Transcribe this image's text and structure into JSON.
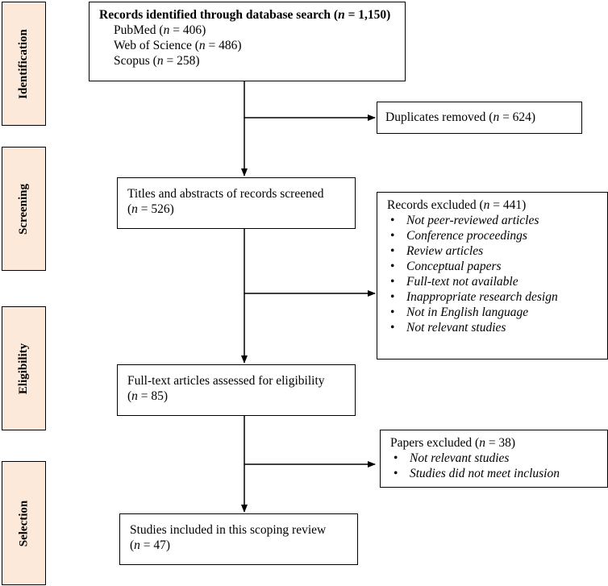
{
  "colors": {
    "stage_fill": "#FCE9DA",
    "line": "#000000"
  },
  "stages": [
    {
      "id": "identification",
      "label": "Identification"
    },
    {
      "id": "screening",
      "label": "Screening"
    },
    {
      "id": "eligibility",
      "label": "Eligibility"
    },
    {
      "id": "selection",
      "label": "Selection"
    }
  ],
  "boxes": {
    "identified": {
      "title_prefix": "Records identified through database search (",
      "title_n": "n",
      "title_suffix": " = 1,150)",
      "sources": [
        {
          "name": "PubMed (",
          "n": "n",
          "value": " = 406)"
        },
        {
          "name": "Web of Science (",
          "n": "n",
          "value": " = 486)"
        },
        {
          "name": "Scopus (",
          "n": "n",
          "value": " = 258)"
        }
      ]
    },
    "duplicates": {
      "prefix": "Duplicates removed (",
      "n": "n",
      "suffix": " = 624)"
    },
    "screened": {
      "line1": "Titles and abstracts of records screened",
      "prefix": "(",
      "n": "n",
      "suffix": " = 526)"
    },
    "records_excluded": {
      "prefix": "Records excluded (",
      "n": "n",
      "suffix": " = 441)",
      "reasons": [
        "Not peer-reviewed articles",
        "Conference proceedings",
        "Review articles",
        "Conceptual papers",
        "Full-text not available",
        "Inappropriate research design",
        "Not in English language",
        "Not relevant studies"
      ]
    },
    "fulltext": {
      "line1": "Full-text articles assessed for eligibility",
      "prefix": "(",
      "n": "n",
      "suffix": " = 85)"
    },
    "papers_excluded": {
      "prefix": "Papers excluded (",
      "n": "n",
      "suffix": " = 38)",
      "reasons": [
        "Not relevant studies",
        "Studies did not meet inclusion"
      ]
    },
    "included": {
      "line1": "Studies included in this scoping review",
      "prefix": "(",
      "n": "n",
      "suffix": " = 47)"
    }
  },
  "bullet": "•"
}
